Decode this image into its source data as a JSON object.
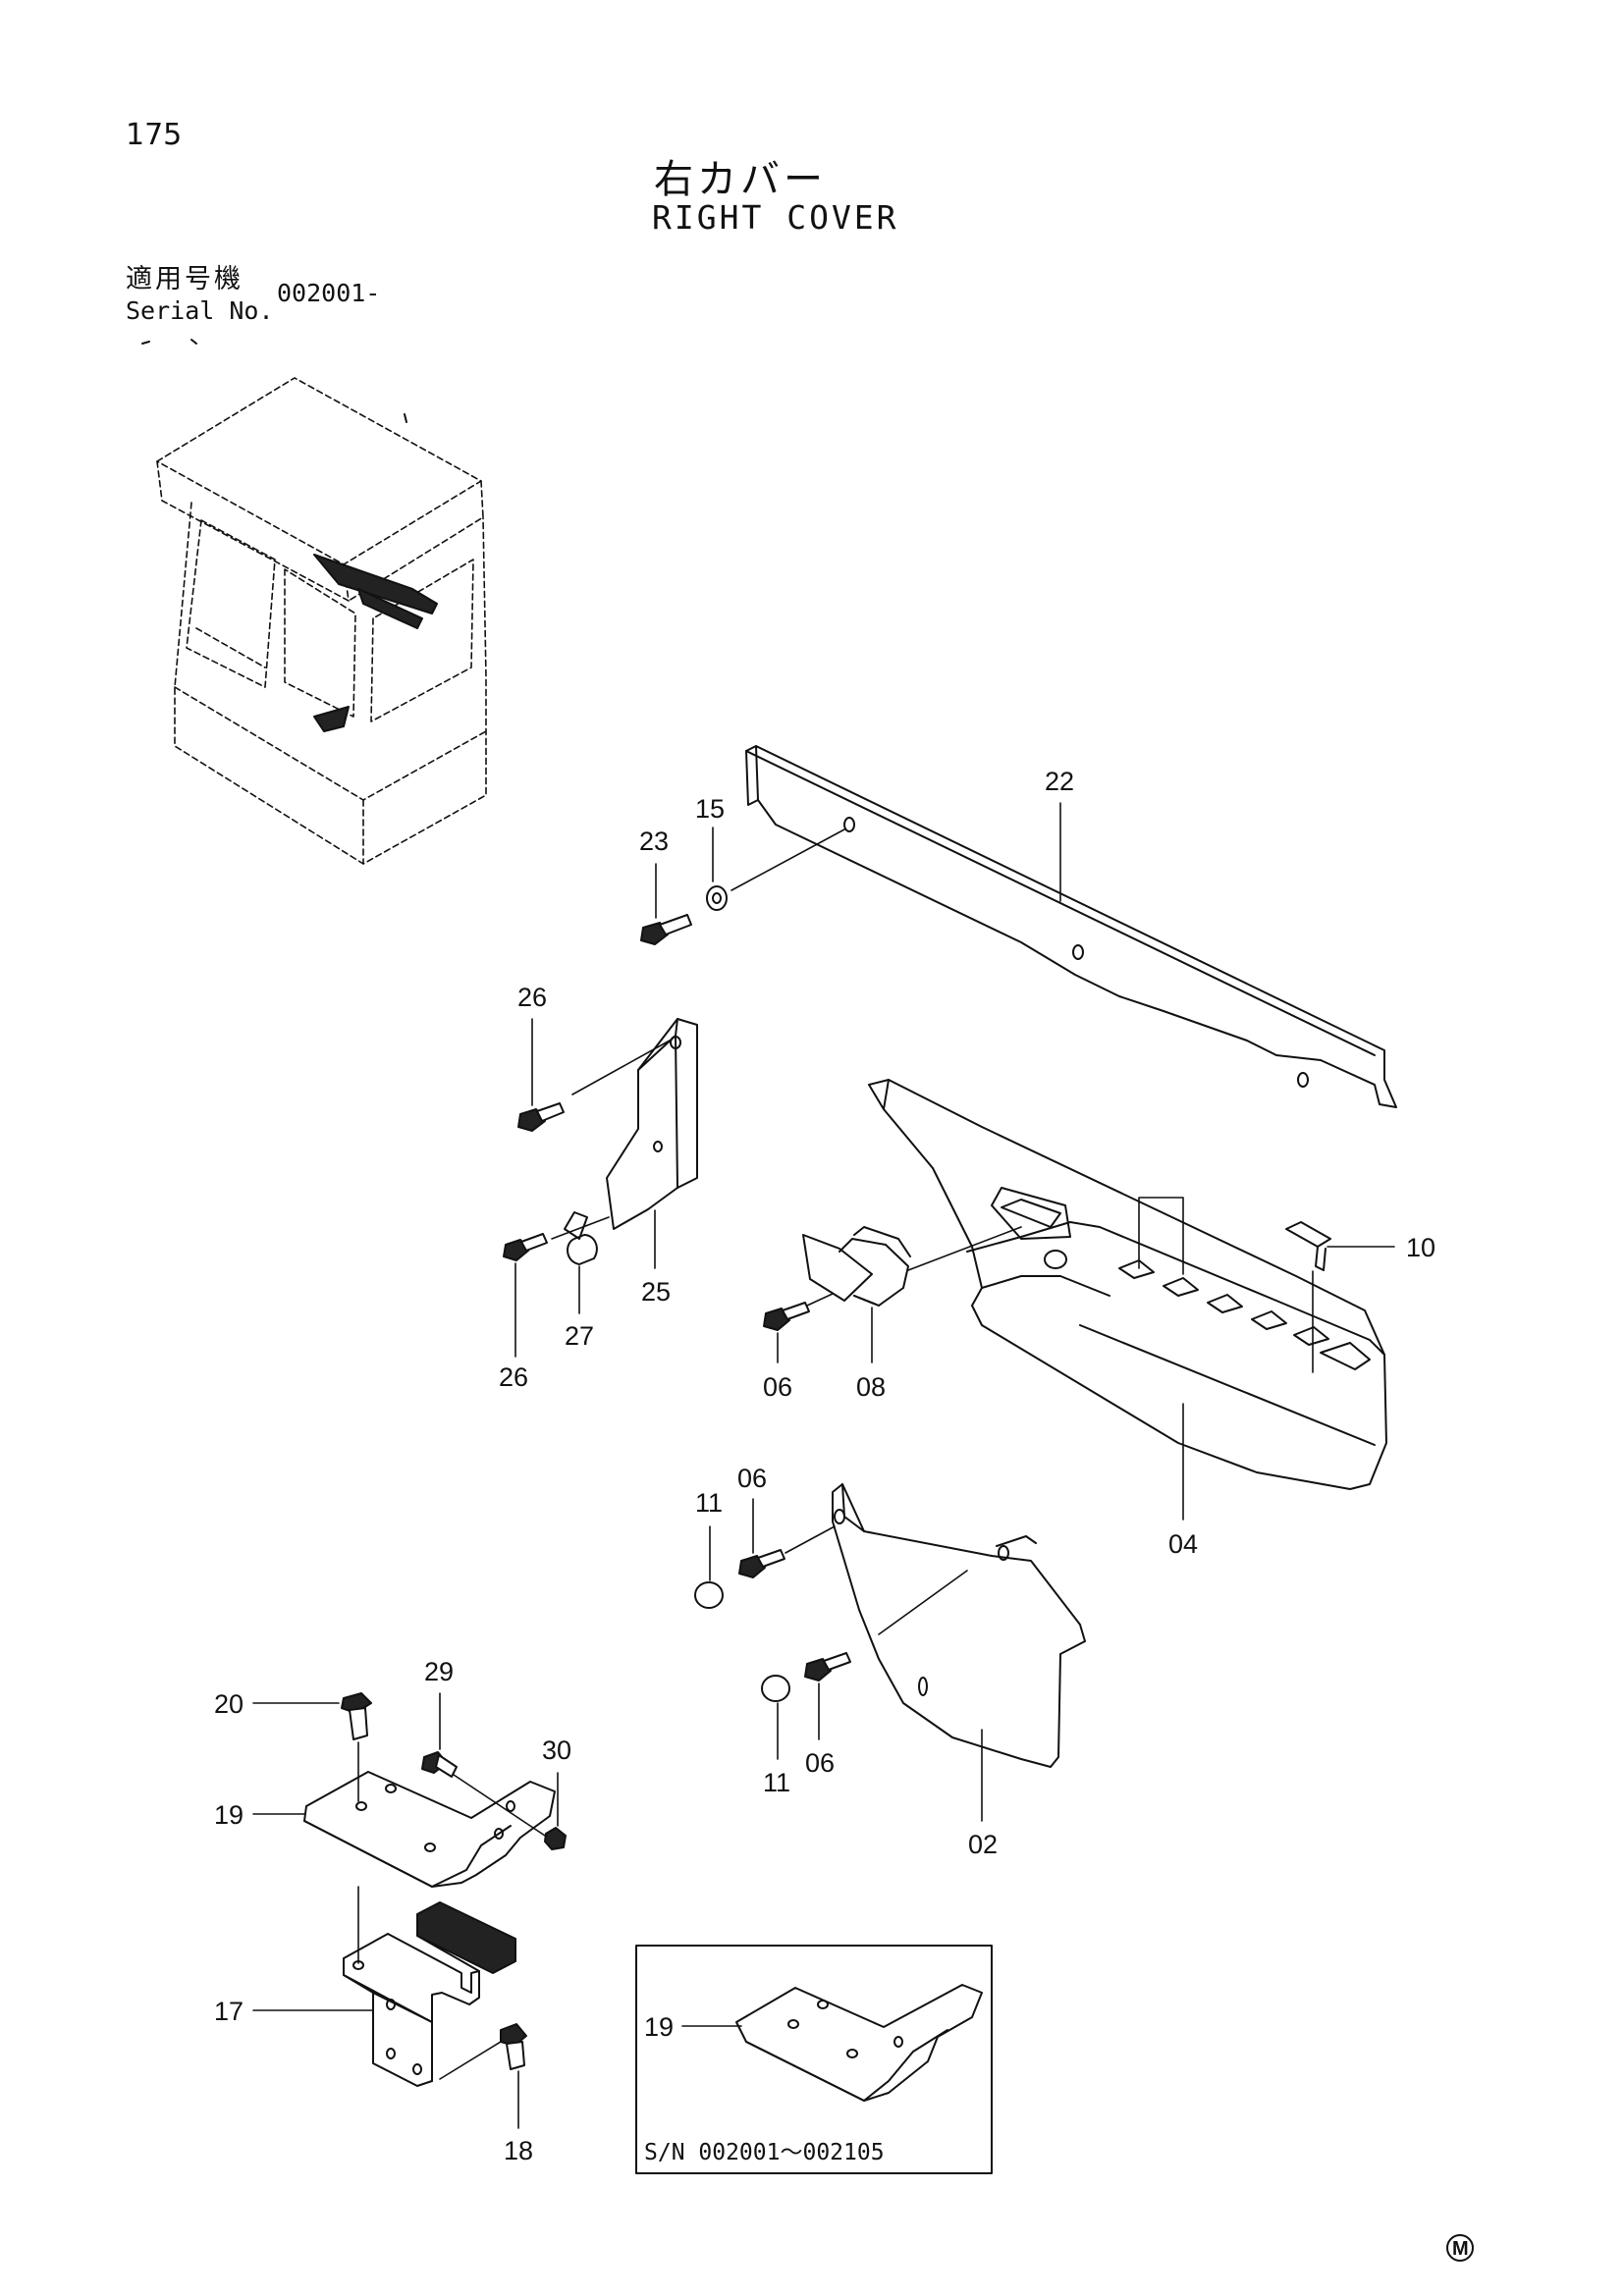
{
  "page": {
    "number": "175",
    "title_ja": "右カバー",
    "title_en": "RIGHT COVER"
  },
  "serial": {
    "label_ja": "適用号機",
    "label_en": "Serial No.",
    "value": "002001-"
  },
  "parts": {
    "p22": "22",
    "p15": "15",
    "p23": "23",
    "p26a": "26",
    "p26b": "26",
    "p27": "27",
    "p25": "25",
    "p10": "10",
    "p06a": "06",
    "p08": "08",
    "p04": "04",
    "p11a": "11",
    "p06b": "06",
    "p11b": "11",
    "p06c": "06",
    "p02": "02",
    "p20": "20",
    "p29": "29",
    "p30": "30",
    "p19": "19",
    "p17": "17",
    "p18": "18"
  },
  "inset": {
    "part": "19",
    "serial_range": "S/N  002001～002105"
  },
  "footer_mark": "M",
  "colors": {
    "line": "#111111",
    "background": "#ffffff"
  }
}
